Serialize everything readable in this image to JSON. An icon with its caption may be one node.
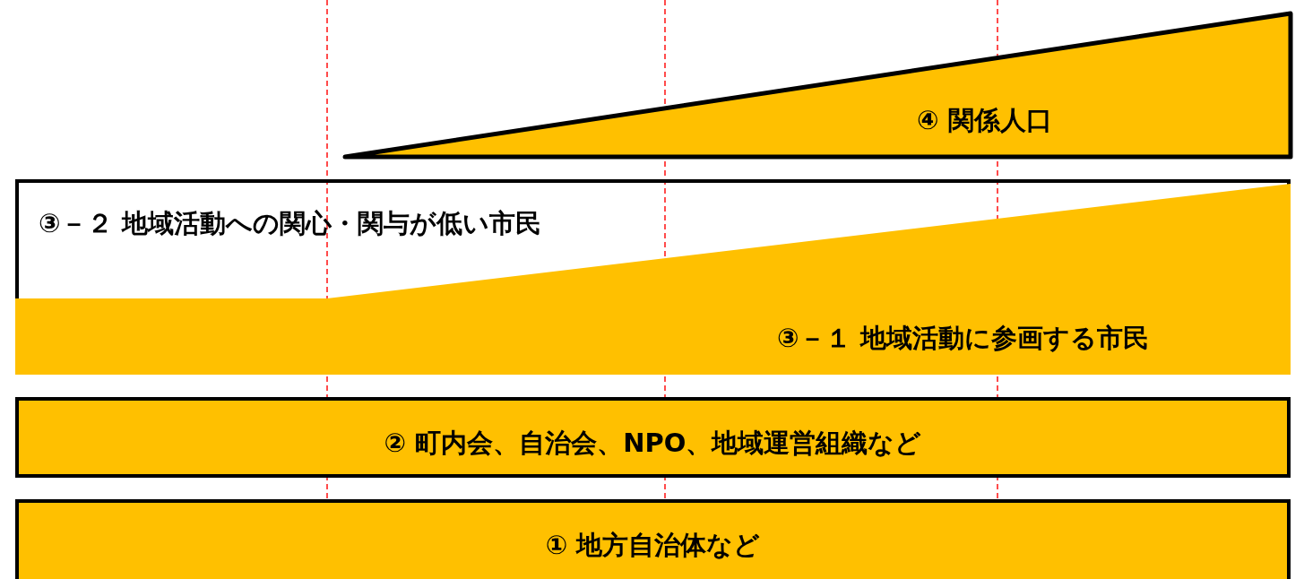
{
  "diagram": {
    "nodes": [
      {
        "text": [
          "④ 関係人口"
        ]
      },
      {
        "text": [
          "③－２ 地域活動への関心・関与が低い市民"
        ]
      },
      {
        "text": [
          "③－１ 地域活動に参画する市民"
        ],
        "in": 1
      },
      {
        "text": [
          "② 町内会、自治会、NPO、地域運営組織など"
        ]
      },
      {
        "text": [
          "① 地方自治体など"
        ]
      }
    ]
  }
}
